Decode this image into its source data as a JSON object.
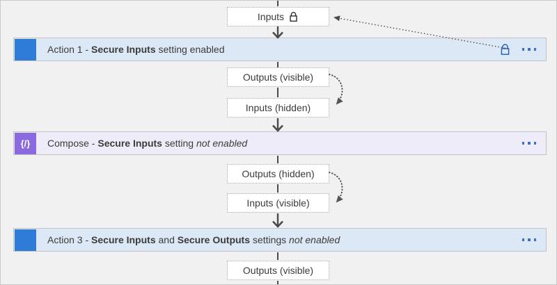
{
  "palette": {
    "canvas_bg": "#f1f1f1",
    "action_bar_bg": "#dce8f6",
    "action_accent": "#2e7cd6",
    "compose_bar_bg": "#efecf9",
    "compose_accent": "#8a6ade",
    "connector_gray": "#4a4a4a",
    "dotted_arrow_gray": "#555555",
    "ellipsis_blue": "#4173bd",
    "lock_blue": "#2a66b8",
    "lock_black": "#2b2b2b"
  },
  "top_node": {
    "label": "Inputs",
    "icon": "lock-icon"
  },
  "bars": [
    {
      "id": "action-1",
      "parts": [
        "Action 1 - ",
        "Secure Inputs",
        " setting enabled"
      ],
      "icons": [
        "lock-icon",
        "more-menu-icon"
      ]
    },
    {
      "id": "compose",
      "glyph": "{/}",
      "parts": [
        "Compose - ",
        "Secure Inputs",
        " setting ",
        "not enabled"
      ],
      "icons": [
        "more-menu-icon"
      ]
    },
    {
      "id": "action-3",
      "parts": [
        "Action 3 - ",
        "Secure Inputs",
        " and ",
        "Secure Outputs",
        " settings ",
        "not enabled"
      ],
      "icons": [
        "more-menu-icon"
      ]
    }
  ],
  "data_boxes": [
    {
      "label": "Outputs (visible)"
    },
    {
      "label": "Inputs (hidden)"
    },
    {
      "label": "Outputs (hidden)"
    },
    {
      "label": "Inputs (visible)"
    },
    {
      "label": "Outputs (visible)"
    }
  ]
}
